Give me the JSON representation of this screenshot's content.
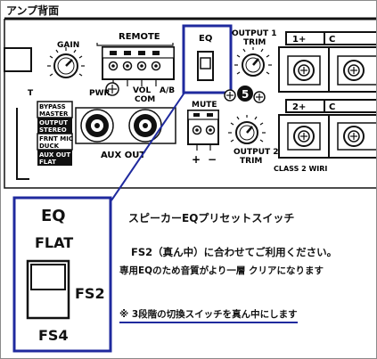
{
  "header": {
    "title": "アンプ背面"
  },
  "panel": {
    "gain_label": "GAIN",
    "remote_label": "REMOTE",
    "remote_pins": [
      "PWR",
      "VOL",
      "A/B",
      "COM"
    ],
    "eq_label": "EQ",
    "output1_label_line1": "OUTPUT 1",
    "output1_label_line2": "TRIM",
    "output2_label_line1": "OUTPUT 2",
    "output2_label_line2": "TRIM",
    "mute_label": "MUTE",
    "mute_plus": "+",
    "mute_minus": "−",
    "callout_number": "5",
    "left_cut_letter": "T",
    "aux_out_label": "AUX OUT",
    "class2_label": "CLASS 2 WIRI",
    "terminal_1_label": "1+",
    "terminal_2_label": "2+",
    "terminal_cut_letter": "C",
    "button_labels": [
      [
        "BYPASS",
        "MASTER"
      ],
      [
        "OUTPUT",
        "STEREO"
      ],
      [
        "FRNT MIC",
        "DUCK"
      ],
      [
        "AUX OUT",
        "FLAT"
      ]
    ]
  },
  "zoom": {
    "eq_label": "EQ",
    "flat_label": "FLAT",
    "fs2_label": "FS2",
    "fs4_label": "FS4"
  },
  "notes": {
    "title": "スピーカーEQプリセットスイッチ",
    "line1": "FS2（真ん中）に合わせてご利用ください。",
    "line2": "専用EQのため音質がより一層 クリアになります",
    "note": "※ 3段階の切換スイッチを真ん中にします"
  },
  "colors": {
    "highlight": "#1f2a9e",
    "panel": "#ffffff",
    "ink": "#111111"
  }
}
